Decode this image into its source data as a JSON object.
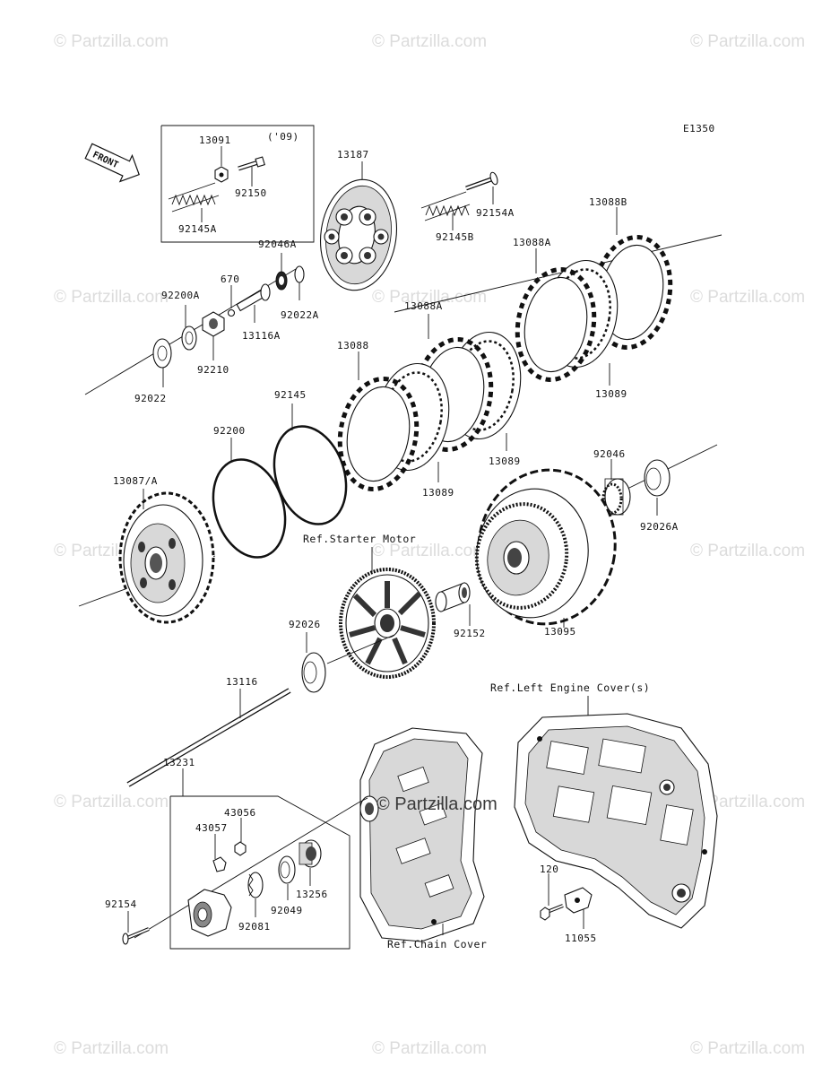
{
  "diagram_code": "E1350",
  "front_label": "FRONT",
  "year_note": "('09)",
  "watermark": "© Partzilla.com",
  "parts": {
    "p13091": "13091",
    "p92150": "92150",
    "p92145A": "92145A",
    "p13187": "13187",
    "p92154A": "92154A",
    "p92145B": "92145B",
    "p13088B": "13088B",
    "p13088A_top": "13088A",
    "p92046A": "92046A",
    "p670": "670",
    "p92200A": "92200A",
    "p92022A": "92022A",
    "p13116A": "13116A",
    "p92210": "92210",
    "p92022": "92022",
    "p13088A_mid": "13088A",
    "p13088": "13088",
    "p13089_r": "13089",
    "p13089_m": "13089",
    "p13089_l": "13089",
    "p92145": "92145",
    "p92200": "92200",
    "p13087": "13087/A",
    "p92046": "92046",
    "p92026A": "92026A",
    "p92152": "92152",
    "p13095": "13095",
    "p92026": "92026",
    "p13116": "13116",
    "p13231": "13231",
    "p43056": "43056",
    "p43057": "43057",
    "p92154": "92154",
    "p92081": "92081",
    "p92049": "92049",
    "p13256": "13256",
    "p120": "120",
    "p11055": "11055"
  },
  "refs": {
    "starter_motor": "Ref.Starter Motor",
    "left_engine_cover": "Ref.Left Engine Cover(s)",
    "chain_cover": "Ref.Chain Cover"
  }
}
